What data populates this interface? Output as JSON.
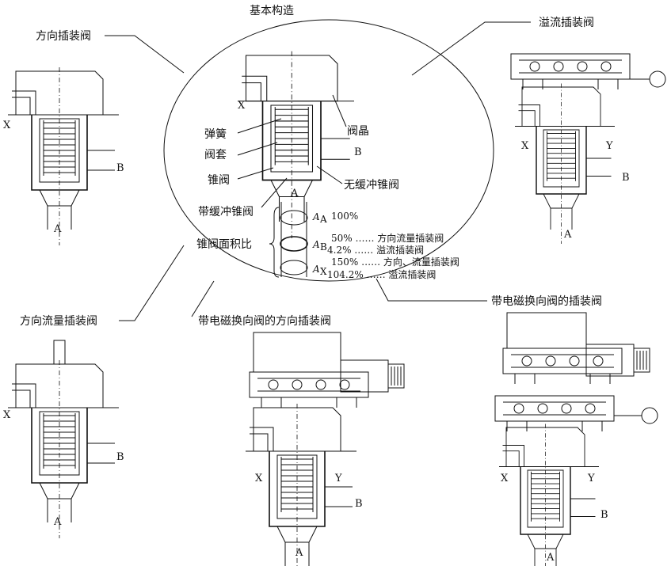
{
  "title": "基本构造",
  "callouts": {
    "spring": "弹簧",
    "sleeve": "阀套",
    "poppet": "锥阀",
    "cover": "阀晶",
    "no_damping_poppet": "无缓冲锥阀",
    "damping_poppet": "带缓冲锥阀",
    "area_ratio": "锥阀面积比"
  },
  "areas": [
    {
      "symbol": "A",
      "sub": "A",
      "lines": [
        "100%"
      ]
    },
    {
      "symbol": "A",
      "sub": "B",
      "lines": [
        "50% …… 方向流量插装阀",
        "4.2% …… 溢流插装阀"
      ]
    },
    {
      "symbol": "A",
      "sub": "X",
      "lines": [
        "150% …… 方向、流量插装阀",
        "104.2% …… 溢流插装阀"
      ]
    }
  ],
  "valves": [
    {
      "name": "方向插装阀",
      "ports": [
        "X",
        "B",
        "A"
      ]
    },
    {
      "name": "溢流插装阀",
      "ports": [
        "X",
        "Y",
        "B",
        "A"
      ]
    },
    {
      "name": "方向流量插装阀",
      "ports": [
        "X",
        "B",
        "A"
      ]
    },
    {
      "name": "带电磁换向阀的方向插装阀",
      "ports": [
        "X",
        "Y",
        "B",
        "A"
      ]
    },
    {
      "name": "带电磁换向阀的插装阀",
      "ports": [
        "X",
        "Y",
        "B",
        "A"
      ]
    }
  ],
  "basic_ports": [
    "X",
    "B",
    "A"
  ]
}
